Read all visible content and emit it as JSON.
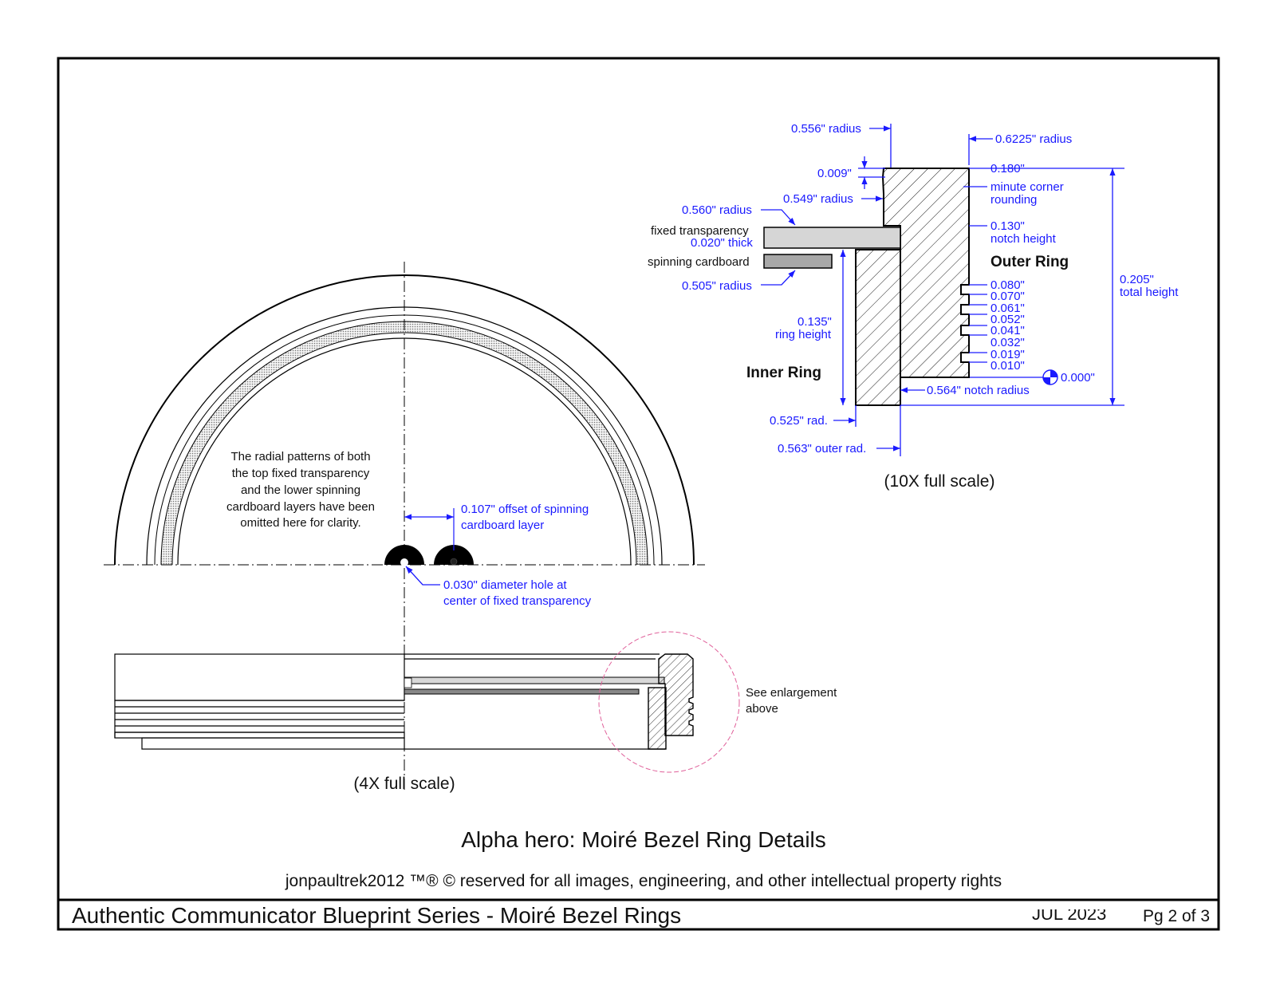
{
  "colors": {
    "dimension": "#1a1aff",
    "ink": "#111111",
    "circle": "#e0609a"
  },
  "drawing": {
    "title": "Alpha hero:  Moiré Bezel Ring Details",
    "copyright": "jonpaultrek2012  ™® © reserved for all images, engineering, and other intellectual property rights",
    "series": "Authentic Communicator Blueprint Series - Moiré Bezel Rings",
    "date": "JUL 2023",
    "page": "Pg 2 of 3"
  },
  "detail": {
    "scale": "(10X full scale)",
    "outer_ring_label": "Outer Ring",
    "inner_ring_label": "Inner Ring",
    "dims": {
      "r556": "0.556\" radius",
      "r6225": "0.6225\" radius",
      "d009": "0.009\"",
      "r549": "0.549\" radius",
      "r560": "0.560\" radius",
      "fixed_trans": "fixed transparency",
      "thick": "0.020\" thick",
      "spin_card": "spinning cardboard",
      "r505": "0.505\" radius",
      "h180": "0.180\"",
      "corner1": "minute corner",
      "corner2": "rounding",
      "h130": "0.130\"",
      "notch_h": "notch height",
      "total1": "0.205\"",
      "total2": "total height",
      "ring_h1": "0.135\"",
      "ring_h2": "ring height",
      "zero": "0.000\"",
      "notch_r": "0.564\" notch radius",
      "r525": "0.525\" rad.",
      "r563": "0.563\" outer rad."
    },
    "steps": [
      "0.080\"",
      "0.070\"",
      "0.061\"",
      "0.052\"",
      "0.041\"",
      "0.032\"",
      "0.019\"",
      "0.010\""
    ]
  },
  "top_view": {
    "note": [
      "The radial patterns of both",
      "the top fixed transparency",
      "and the lower spinning",
      "cardboard layers have been",
      "omitted here for clarity."
    ],
    "offset1": "0.107\" offset of spinning",
    "offset2": "cardboard layer",
    "hole1": "0.030\" diameter hole at",
    "hole2": "center of fixed transparency"
  },
  "side_view": {
    "scale": "(4X full scale)",
    "see1": "See enlargement",
    "see2": "above"
  }
}
